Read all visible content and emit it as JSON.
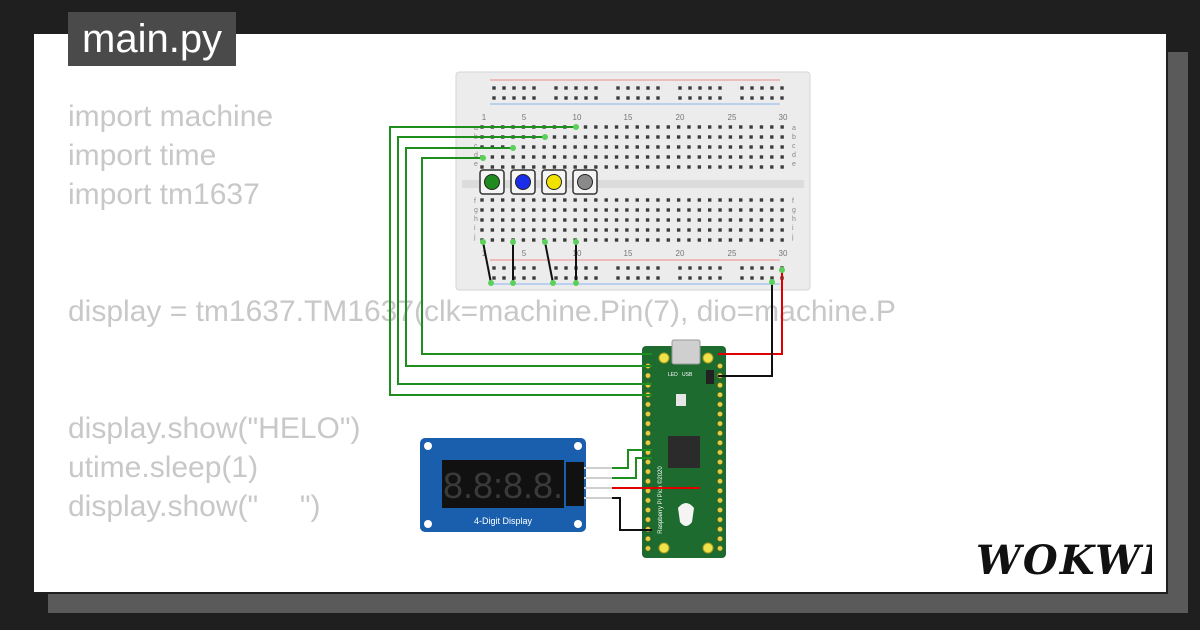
{
  "file_tab": {
    "title": "main.py"
  },
  "code": {
    "lines": [
      "import machine",
      "import time",
      "import tm1637",
      "",
      "display = tm1637.TM1637(clk=machine.Pin(7), dio=machine.P",
      "",
      "display.show(\"HELO\")",
      "utime.sleep(1)",
      "display.show(\"     \")"
    ]
  },
  "breadboard": {
    "column_labels": [
      "1",
      "5",
      "10",
      "15",
      "20",
      "25",
      "30"
    ],
    "row_labels_top": [
      "a",
      "b",
      "c",
      "d",
      "e"
    ],
    "row_labels_bottom": [
      "f",
      "g",
      "h",
      "i",
      "j"
    ]
  },
  "buttons": [
    {
      "name": "green",
      "color": "#1f8a1f"
    },
    {
      "name": "blue",
      "color": "#1a2eea"
    },
    {
      "name": "yellow",
      "color": "#f2e200"
    },
    {
      "name": "gray",
      "color": "#8a8a8a"
    }
  ],
  "seven_segment": {
    "label": "4-Digit Display",
    "digits": "8.8:8.8."
  },
  "pico": {
    "board_text": "Raspberry Pi Pico ©2020",
    "led_label": "LED",
    "usb_label": "USB"
  },
  "brand": {
    "logo": "WOKWI"
  },
  "colors": {
    "wire_green": "#1e8f1e",
    "wire_red": "#e00000",
    "wire_black": "#111111",
    "pico_board": "#1d6b2e",
    "display_board": "#1a5fae"
  }
}
